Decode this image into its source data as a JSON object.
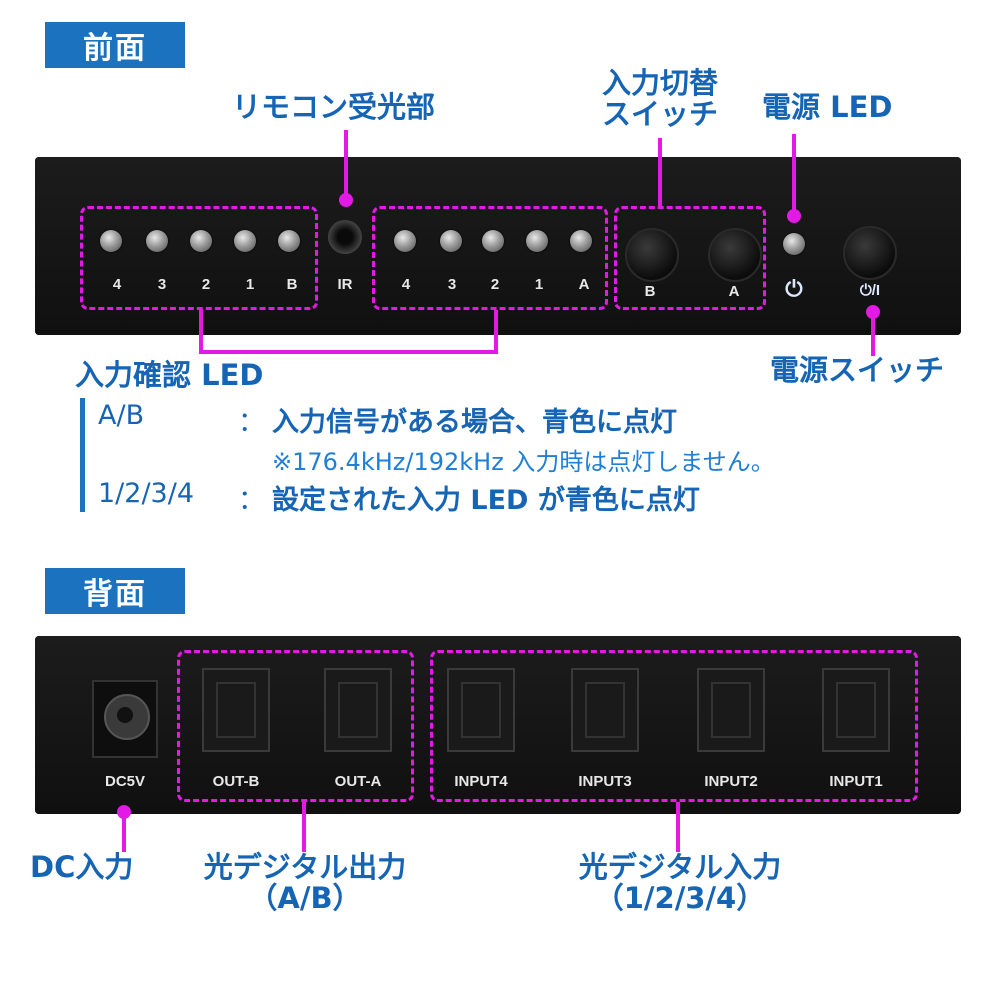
{
  "front": {
    "tag": "前面",
    "callouts": {
      "ir": "リモコン受光部",
      "switch_line1": "入力切替",
      "switch_line2": "スイッチ",
      "power_led": "電源 LED",
      "input_led": "入力確認 LED",
      "power_switch": "電源スイッチ"
    },
    "panel_labels": {
      "left_leds": [
        "4",
        "3",
        "2",
        "1",
        "B"
      ],
      "ir": "IR",
      "right_leds": [
        "4",
        "3",
        "2",
        "1",
        "A"
      ],
      "button_b": "B",
      "button_a": "A",
      "power_icon": "⏻",
      "power_switch": "⏻/I"
    },
    "legend": {
      "ab_key": "A/B",
      "ab_colon": "：",
      "ab_text": "入力信号がある場合、青色に点灯",
      "ab_note": "※176.4kHz/192kHz 入力時は点灯しません。",
      "num_key": "1/2/3/4",
      "num_colon": "：",
      "num_text": "設定された入力 LED が青色に点灯"
    }
  },
  "back": {
    "tag": "背面",
    "panel_labels": {
      "dc": "DC5V",
      "out_b": "OUT-B",
      "out_a": "OUT-A",
      "in4": "INPUT4",
      "in3": "INPUT3",
      "in2": "INPUT2",
      "in1": "INPUT1"
    },
    "callouts": {
      "dc": "DC入力",
      "out_line1": "光デジタル出力",
      "out_line2": "（A/B）",
      "in_line1": "光デジタル入力",
      "in_line2": "（1/2/3/4）"
    }
  },
  "colors": {
    "accent": "#1b73c0",
    "callout": "#1665b5",
    "highlight": "#e31ae3",
    "panel": "#121212"
  }
}
